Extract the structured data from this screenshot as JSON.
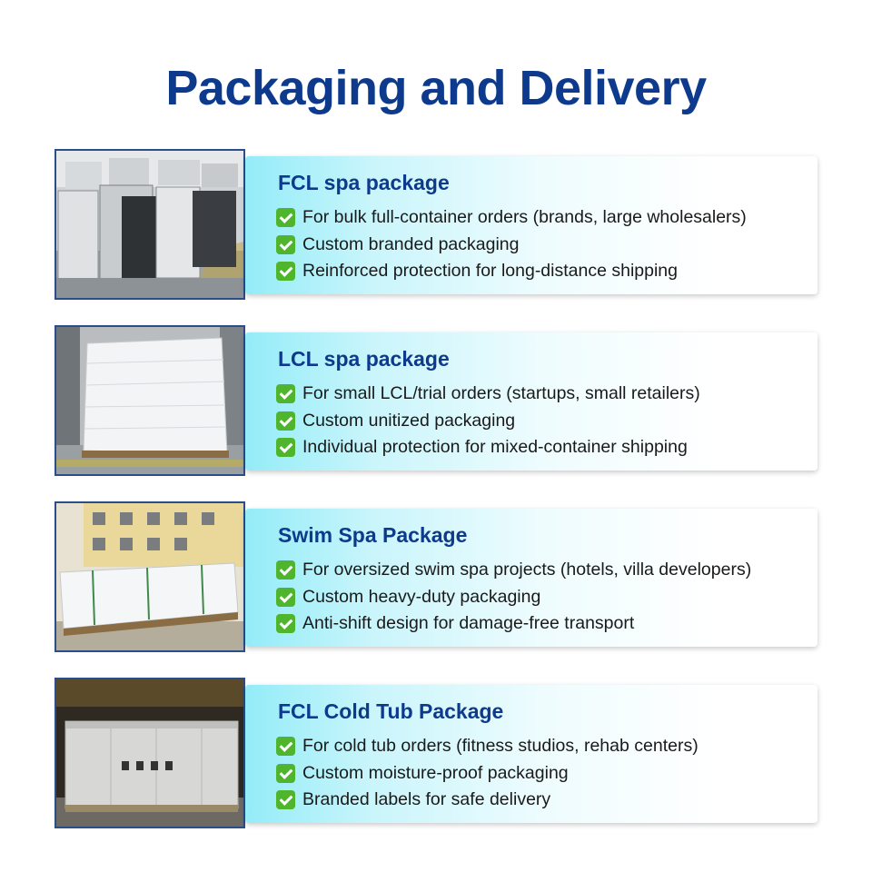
{
  "title": "Packaging and Delivery",
  "packages": [
    {
      "title": "FCL spa package",
      "photo_icon": "stacked-spa-crates-photo",
      "bullets": [
        "For bulk full-container orders (brands, large wholesalers)",
        "Custom branded packaging",
        "Reinforced protection for long-distance shipping"
      ]
    },
    {
      "title": "LCL spa package",
      "photo_icon": "wrapped-spa-photo",
      "bullets": [
        "For small LCL/trial orders (startups, small retailers)",
        "Custom unitized packaging",
        "Individual protection for mixed-container shipping"
      ]
    },
    {
      "title": "Swim Spa Package",
      "photo_icon": "wrapped-swim-spa-photo",
      "bullets": [
        "For oversized swim spa projects (hotels, villa developers)",
        "Custom heavy-duty packaging",
        "Anti-shift design for damage-free transport"
      ]
    },
    {
      "title": "FCL Cold Tub Package",
      "photo_icon": "wooden-crate-photo",
      "bullets": [
        "For cold tub orders (fitness studios, rehab centers)",
        "Custom moisture-proof packaging",
        "Branded labels for safe delivery"
      ]
    }
  ],
  "colors": {
    "title": "#0d3a8c",
    "check": "#4eb52c",
    "card_gradient_start": "#93ecf8",
    "photo_border": "#2b4e8a"
  }
}
